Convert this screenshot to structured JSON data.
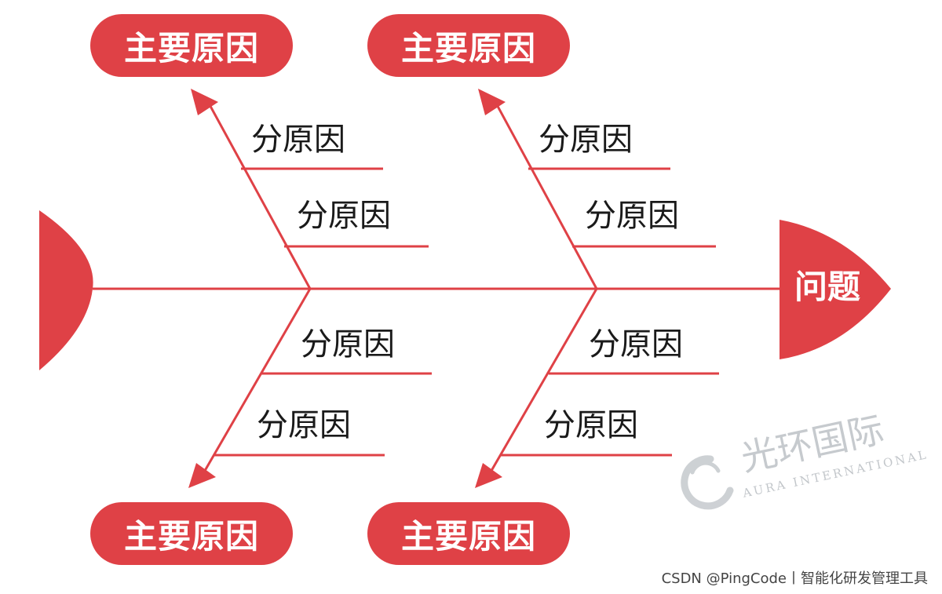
{
  "colors": {
    "accent": "#df4146",
    "text": "#1a1a1a",
    "watermark": "#b4b9be"
  },
  "problem": {
    "label": "问题"
  },
  "major_causes": [
    "主要原因",
    "主要原因",
    "主要原因",
    "主要原因"
  ],
  "sub_causes": [
    "分原因",
    "分原因",
    "分原因",
    "分原因",
    "分原因",
    "分原因",
    "分原因",
    "分原因"
  ],
  "watermark": {
    "name_cn": "光环国际",
    "name_en": "AURA INTERNATIONAL"
  },
  "footer": {
    "credit": "CSDN @PingCode丨智能化研发管理工具"
  }
}
